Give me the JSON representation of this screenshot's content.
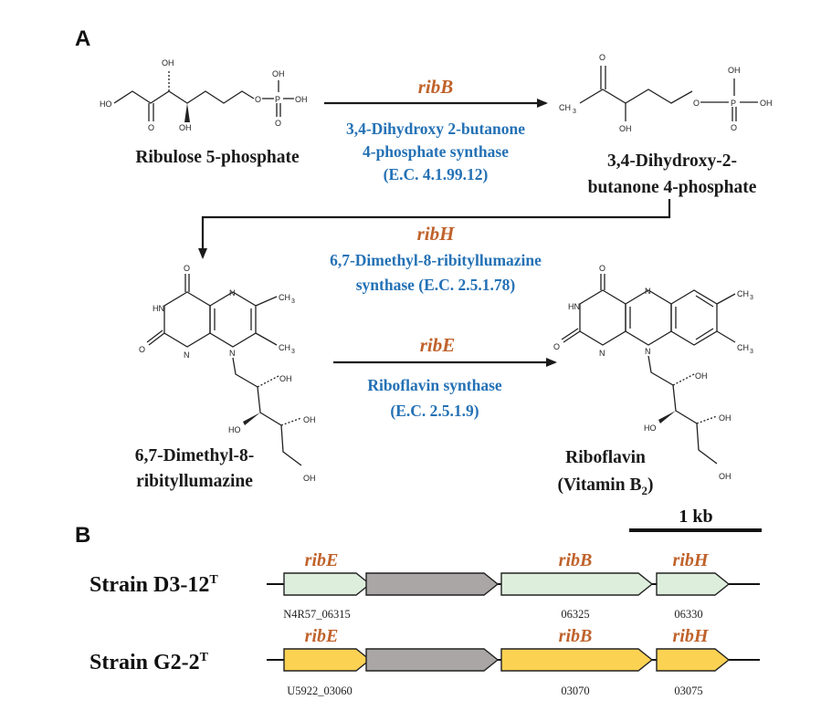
{
  "panel_a": {
    "letter": "A",
    "compounds": {
      "ribulose": "Ribulose 5-phosphate",
      "dhbp_line1": "3,4-Dihydroxy-2-",
      "dhbp_line2": "butanone 4-phosphate",
      "dmrl_line1": "6,7-Dimethyl-8-",
      "dmrl_line2": "ribityllumazine",
      "riboflavin_line1": "Riboflavin",
      "riboflavin_line2": "(Vitamin B",
      "riboflavin_sub": "2",
      "riboflavin_close": ")"
    },
    "reactions": [
      {
        "gene": "ribB",
        "enzyme": [
          "3,4-Dihydroxy 2-butanone",
          "4-phosphate synthase",
          "(E.C. 4.1.99.12)"
        ]
      },
      {
        "gene": "ribH",
        "enzyme": [
          "6,7-Dimethyl-8-ribityllumazine",
          "synthase (E.C. 2.5.1.78)"
        ]
      },
      {
        "gene": "ribE",
        "enzyme": [
          "Riboflavin synthase",
          "(E.C. 2.5.1.9)"
        ]
      }
    ],
    "atoms": {
      "OH": "OH",
      "HO": "HO",
      "O": "O",
      "P": "P",
      "CH3": "CH",
      "three": "3",
      "N": "N",
      "HN": "HN"
    }
  },
  "panel_b": {
    "letter": "B",
    "scale_label": "1 kb",
    "colors": {
      "strain1": "#deeedd",
      "strain2": "#fcd253",
      "other": "#aaa6a6"
    },
    "strains": [
      {
        "name": "Strain D3-12",
        "sup": "T",
        "genes": [
          "ribE",
          "ribB",
          "ribH"
        ],
        "loci": [
          "N4R57_06315",
          "06325",
          "06330"
        ]
      },
      {
        "name": "Strain G2-2",
        "sup": "T",
        "genes": [
          "ribE",
          "ribB",
          "ribH"
        ],
        "loci": [
          "U5922_03060",
          "03070",
          "03075"
        ]
      }
    ]
  }
}
